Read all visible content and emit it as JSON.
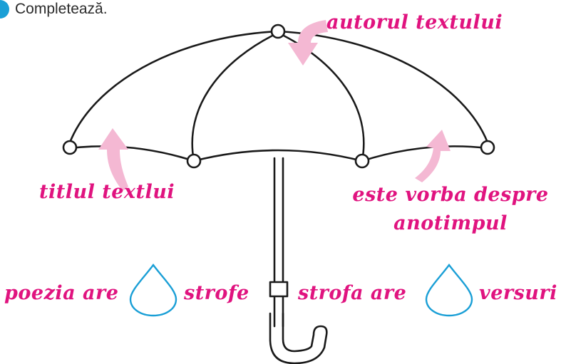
{
  "instruction": {
    "text": "Completează."
  },
  "colors": {
    "accent": "#e0137f",
    "arrow": "#f4b8d3",
    "drop": "#1a9fd6",
    "outline": "#1a1a1a",
    "bullet": "#1a9fd6"
  },
  "labels": {
    "author": "autorul textului",
    "title": "titlul textlui",
    "season_line1": "este vorba despre",
    "season_line2": "anotimpul",
    "poem_prefix": "poezia are",
    "poem_suffix": "strofe",
    "stanza_prefix": "strofa are",
    "stanza_suffix": "versuri"
  }
}
